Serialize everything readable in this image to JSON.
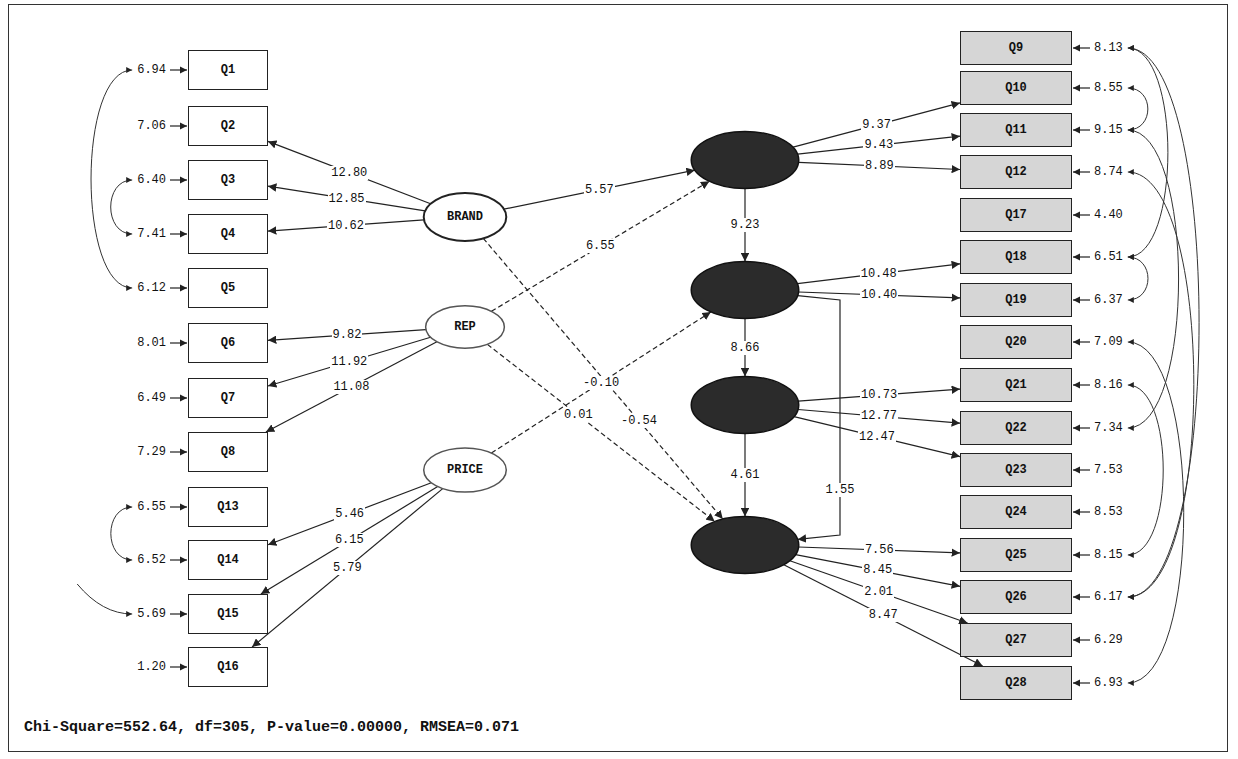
{
  "diagram": {
    "caption": "Chi-Square=552.64, df=305, P-value=0.00000, RMSEA=0.071",
    "nodes": [
      {
        "text": [
          "Q1"
        ]
      },
      {
        "text": [
          "Q2"
        ]
      },
      {
        "text": [
          "Q3"
        ]
      },
      {
        "text": [
          "Q4"
        ]
      },
      {
        "text": [
          "Q5"
        ]
      },
      {
        "text": [
          "Q6"
        ]
      },
      {
        "text": [
          "Q7"
        ]
      },
      {
        "text": [
          "Q8"
        ]
      },
      {
        "text": [
          "Q13"
        ]
      },
      {
        "text": [
          "Q14"
        ]
      },
      {
        "text": [
          "Q15"
        ]
      },
      {
        "text": [
          "Q16"
        ]
      },
      {
        "text": [
          "BRAND"
        ]
      },
      {
        "text": [
          "REP"
        ]
      },
      {
        "text": [
          "PRICE"
        ]
      },
      {
        "text": []
      },
      {
        "text": []
      },
      {
        "text": []
      },
      {
        "text": []
      },
      {
        "text": [
          "Q9"
        ]
      },
      {
        "text": [
          "Q10"
        ]
      },
      {
        "text": [
          "Q11"
        ]
      },
      {
        "text": [
          "Q12"
        ]
      },
      {
        "text": [
          "Q17"
        ]
      },
      {
        "text": [
          "Q18"
        ]
      },
      {
        "text": [
          "Q19"
        ]
      },
      {
        "text": [
          "Q20"
        ]
      },
      {
        "text": [
          "Q21"
        ]
      },
      {
        "text": [
          "Q22"
        ]
      },
      {
        "text": [
          "Q23"
        ]
      },
      {
        "text": [
          "Q24"
        ]
      },
      {
        "text": [
          "Q25"
        ]
      },
      {
        "text": [
          "Q26"
        ]
      },
      {
        "text": [
          "Q27"
        ]
      },
      {
        "text": [
          "Q28"
        ]
      }
    ],
    "edges": [
      {
        "from": 12,
        "to": 1,
        "arrow": "to",
        "label": "12.80"
      },
      {
        "from": 12,
        "to": 2,
        "arrow": "to",
        "label": "12.85"
      },
      {
        "from": 12,
        "to": 3,
        "arrow": "to",
        "label": "10.62"
      },
      {
        "from": 13,
        "to": 5,
        "arrow": "to",
        "label": "9.82"
      },
      {
        "from": 13,
        "to": 6,
        "arrow": "to",
        "label": "11.92"
      },
      {
        "from": 13,
        "to": 7,
        "arrow": "to",
        "label": "11.08"
      },
      {
        "from": 14,
        "to": 9,
        "arrow": "to",
        "label": "5.46"
      },
      {
        "from": 14,
        "to": 10,
        "arrow": "to",
        "label": "6.15"
      },
      {
        "from": 14,
        "to": 11,
        "arrow": "to",
        "label": "5.79"
      },
      {
        "from": 12,
        "to": 15,
        "arrow": "to",
        "label": "5.57"
      },
      {
        "from": 13,
        "to": 15,
        "arrow": "to",
        "label": "6.55"
      },
      {
        "from": 12,
        "to": 18,
        "arrow": "to",
        "label": "-0.54"
      },
      {
        "from": 13,
        "to": 18,
        "arrow": "to",
        "label": "0.01"
      },
      {
        "from": 14,
        "to": 16,
        "arrow": "to",
        "label": "-0.10"
      },
      {
        "from": 15,
        "to": 16,
        "arrow": "to",
        "label": "9.23"
      },
      {
        "from": 16,
        "to": 17,
        "arrow": "to",
        "label": "8.66"
      },
      {
        "from": 17,
        "to": 18,
        "arrow": "to",
        "label": "4.61"
      },
      {
        "from": 16,
        "to": 18,
        "arrow": "to",
        "label": "1.55"
      },
      {
        "from": 15,
        "to": 20,
        "arrow": "to",
        "label": "9.37"
      },
      {
        "from": 15,
        "to": 21,
        "arrow": "to",
        "label": "9.43"
      },
      {
        "from": 15,
        "to": 22,
        "arrow": "to",
        "label": "8.89"
      },
      {
        "from": 16,
        "to": 24,
        "arrow": "to",
        "label": "10.48"
      },
      {
        "from": 16,
        "to": 25,
        "arrow": "to",
        "label": "10.40"
      },
      {
        "from": 17,
        "to": 27,
        "arrow": "to",
        "label": "10.73"
      },
      {
        "from": 17,
        "to": 28,
        "arrow": "to",
        "label": "12.77"
      },
      {
        "from": 17,
        "to": 29,
        "arrow": "to",
        "label": "12.47"
      },
      {
        "from": 18,
        "to": 31,
        "arrow": "to",
        "label": "7.56"
      },
      {
        "from": 18,
        "to": 32,
        "arrow": "to",
        "label": "8.45"
      },
      {
        "from": 18,
        "to": 33,
        "arrow": "to",
        "label": "2.01"
      },
      {
        "from": 18,
        "to": 34,
        "arrow": "to",
        "label": "8.47"
      }
    ],
    "labels": [
      "6.94",
      "7.06",
      "6.40",
      "7.41",
      "6.12",
      "8.01",
      "6.49",
      "7.29",
      "6.55",
      "6.52",
      "5.69",
      "1.20",
      "8.13",
      "8.55",
      "9.15",
      "8.74",
      "4.40",
      "6.51",
      "6.37",
      "7.09",
      "8.16",
      "7.34",
      "7.53",
      "8.53",
      "8.15",
      "6.17",
      "6.29",
      "6.93"
    ]
  }
}
